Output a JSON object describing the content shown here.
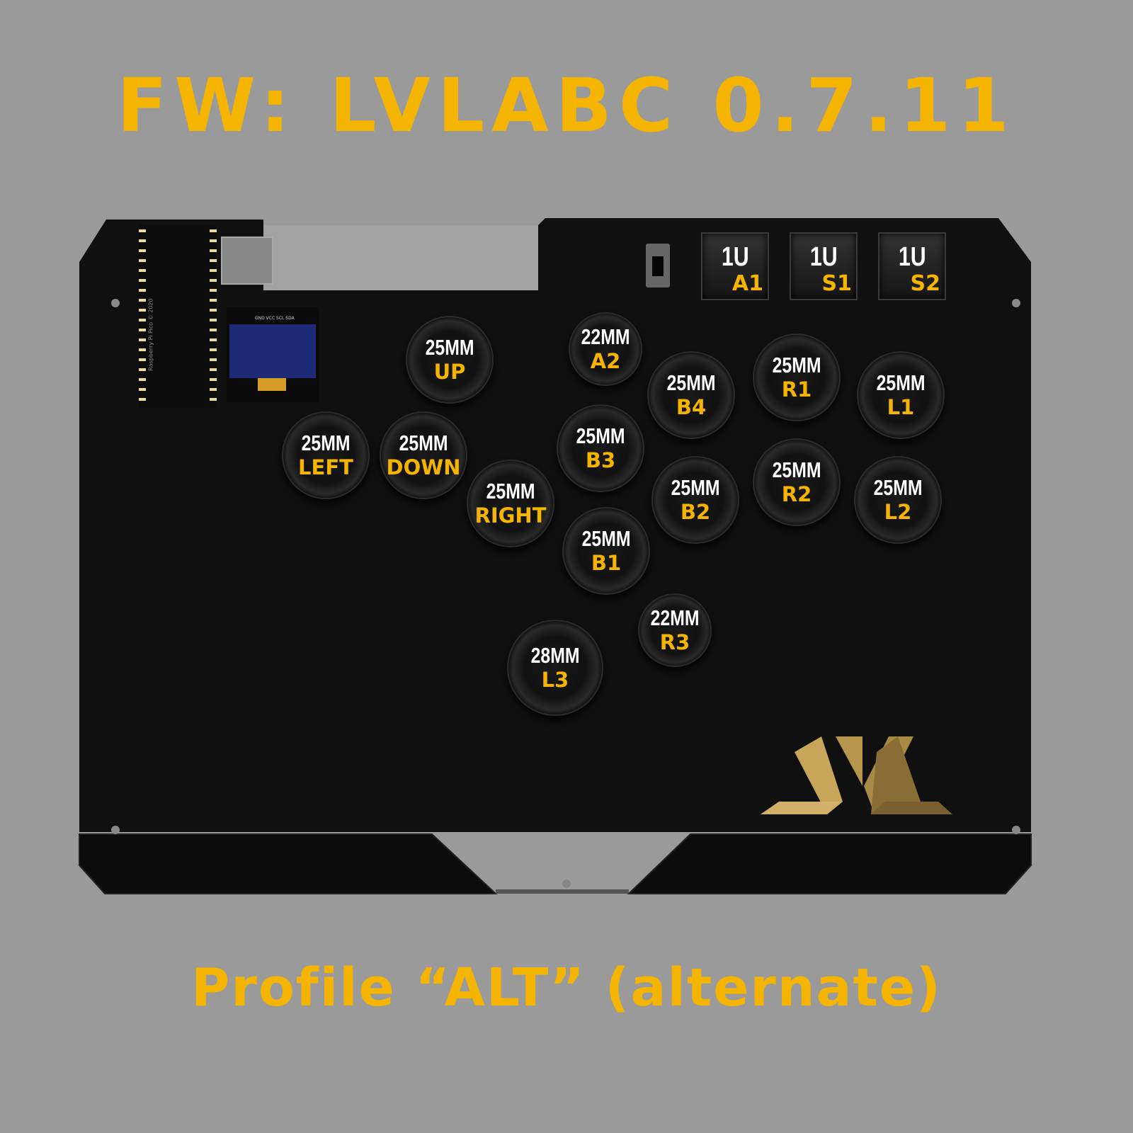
{
  "header": {
    "title": "FW: LVLABC 0.7.11"
  },
  "footer": {
    "subtitle": "Profile “ALT” (alternate)"
  },
  "colors": {
    "accent": "#f5b400",
    "background": "#9a9a9a",
    "board": "#0f0f0f",
    "logo_gold": "#c9a55a"
  },
  "board": {
    "pico_label": "Raspberry Pi Pico © 2020",
    "oled_pins": "GND VCC SCL SDA",
    "keys": [
      {
        "size": "1U",
        "function": "A1"
      },
      {
        "size": "1U",
        "function": "S1"
      },
      {
        "size": "1U",
        "function": "S2"
      }
    ],
    "buttons": [
      {
        "size": "25MM",
        "function": "UP"
      },
      {
        "size": "22MM",
        "function": "A2"
      },
      {
        "size": "25MM",
        "function": "B4"
      },
      {
        "size": "25MM",
        "function": "R1"
      },
      {
        "size": "25MM",
        "function": "L1"
      },
      {
        "size": "25MM",
        "function": "LEFT"
      },
      {
        "size": "25MM",
        "function": "DOWN"
      },
      {
        "size": "25MM",
        "function": "B3"
      },
      {
        "size": "25MM",
        "function": "RIGHT"
      },
      {
        "size": "25MM",
        "function": "B2"
      },
      {
        "size": "25MM",
        "function": "R2"
      },
      {
        "size": "25MM",
        "function": "L2"
      },
      {
        "size": "25MM",
        "function": "B1"
      },
      {
        "size": "22MM",
        "function": "R3"
      },
      {
        "size": "28MM",
        "function": "L3"
      }
    ]
  }
}
